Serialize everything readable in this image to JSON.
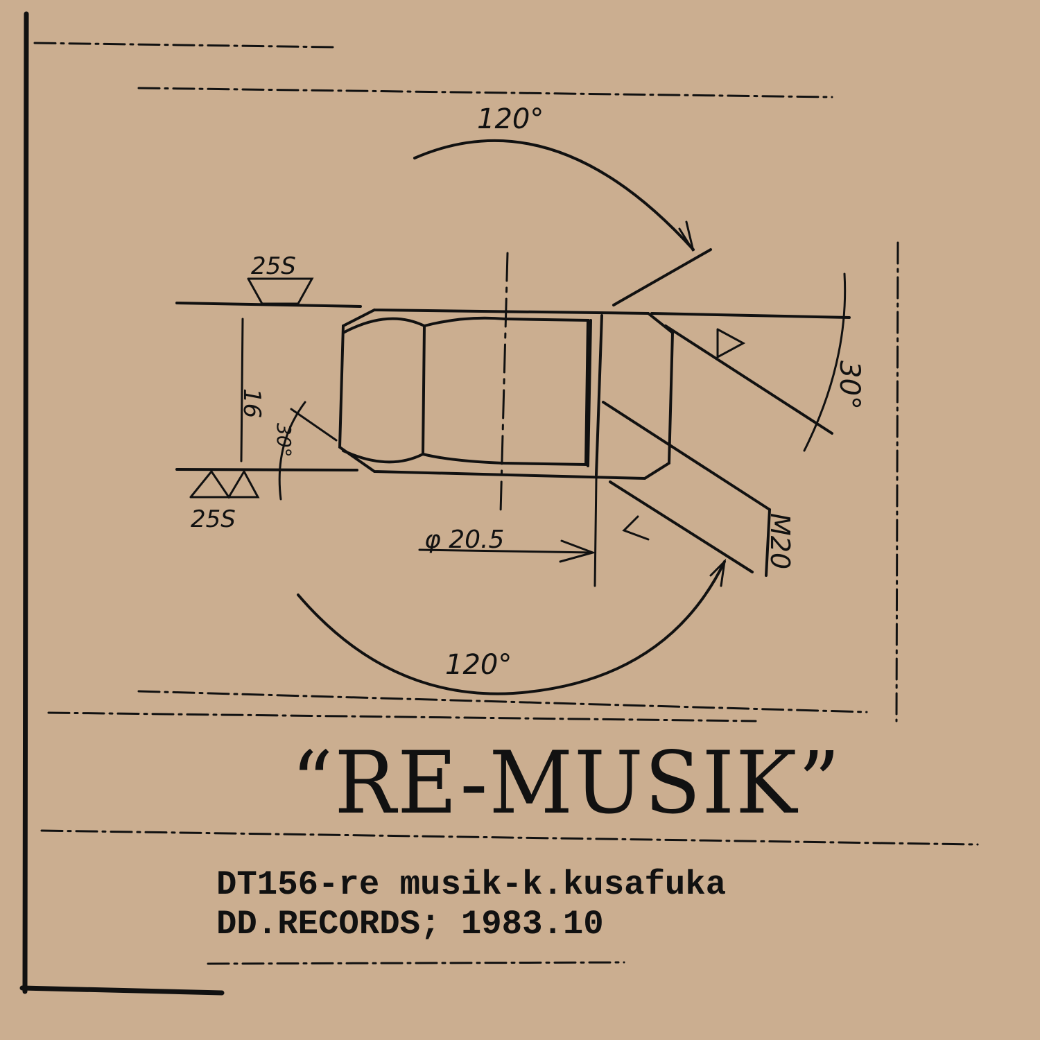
{
  "cover": {
    "title": "“RE-MUSIK”",
    "line1": "DT156-re musik-k.kusafuka",
    "line2": "DD.RECORDS; 1983.10"
  },
  "drawing": {
    "angle_top": "120°",
    "angle_bottom": "120°",
    "angle_right": "30°",
    "angle_left": "30°",
    "finish_top": "25S",
    "finish_bottom": "25S",
    "height_dim": "16",
    "diameter": "φ 20.5",
    "thread": "M20"
  },
  "colors": {
    "paper": "#cbae90",
    "ink": "#111111"
  }
}
